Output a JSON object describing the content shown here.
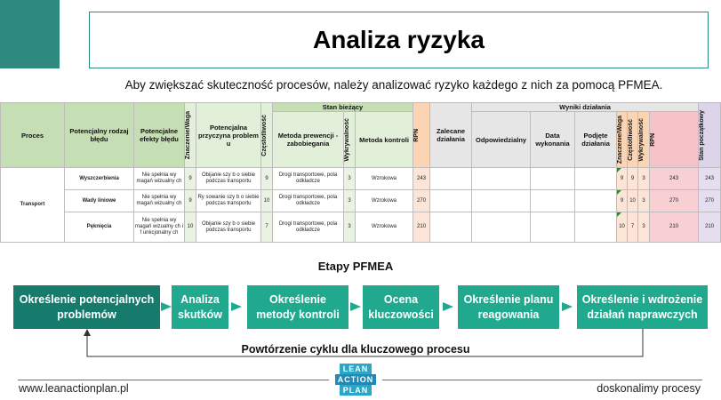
{
  "page": {
    "title": "Analiza ryzyka",
    "subtitle": "Aby zwiększać skuteczność procesów, należy analizować ryzyko każdego z nich za pomocą PFMEA."
  },
  "table": {
    "groups": {
      "current": "Stan bieżący",
      "results": "Wyniki działania"
    },
    "headers": {
      "process": "Proces",
      "failure_mode": "Potencjalny rodzaj błędu",
      "effects": "Potencjalne efekty błędu",
      "severity": "Znaczenie/Waga",
      "cause": "Potencjalna przyczyna problem u",
      "occurrence": "Częstotliwość",
      "prevention": "Metoda prewencji - zabobiegania",
      "detection": "Wykrywalność",
      "control": "Metoda kontroli",
      "rpn": "RPN",
      "recommended": "Zalecane działania",
      "responsible": "Odpowiedzialny",
      "date": "Data wykonania",
      "taken": "Podjęte działania",
      "severity2": "Znaczenie/Waga",
      "occurrence2": "Częstotliwość",
      "detection2": "Wykrywalność",
      "rpn2": "RPN",
      "initial": "Stan początkowy"
    },
    "process_name": "Transport",
    "rows": [
      {
        "failure": "Wyszczerbienia",
        "effect": "Nie spełnia wy magań wizualny ch",
        "sev": "9",
        "cause": "Obijanie szy b o siebie podczas transportu",
        "occ": "9",
        "prevention": "Drogi transportowe, pola odkładcze",
        "det": "3",
        "control": "Wzrokowa",
        "rpn": "243",
        "sev2": "9",
        "occ2": "9",
        "det2": "3",
        "rpn2": "243",
        "initial": "243"
      },
      {
        "failure": "Wady liniowe",
        "effect": "Nie spełnia wy magań wizualny ch",
        "sev": "9",
        "cause": "Ry sowanie szy b o siebie podczas transportu",
        "occ": "10",
        "prevention": "Drogi transportowe, pola odkładcze",
        "det": "3",
        "control": "Wzrokowa",
        "rpn": "270",
        "sev2": "9",
        "occ2": "10",
        "det2": "3",
        "rpn2": "270",
        "initial": "270"
      },
      {
        "failure": "Pęknięcia",
        "effect": "Nie spełnia wy magań wizualny ch i f unkcjonalny ch",
        "sev": "10",
        "cause": "Obijanie szy b o siebie podczas transportu",
        "occ": "7",
        "prevention": "Drogi transportowe, pola odkładcze",
        "det": "3",
        "control": "Wzrokowa",
        "rpn": "210",
        "sev2": "10",
        "occ2": "7",
        "det2": "3",
        "rpn2": "210",
        "initial": "210"
      }
    ]
  },
  "flow": {
    "title": "Etapy PFMEA",
    "steps": [
      "Określenie potencjalnych problemów",
      "Analiza skutków",
      "Określenie metody kontroli",
      "Ocena kluczowości",
      "Określenie planu reagowania",
      "Określenie i wdrożenie działań naprawczych"
    ],
    "loop_label": "Powtórzenie cyklu dla kluczowego procesu"
  },
  "footer": {
    "left": "www.leanactionplan.pl",
    "right": "doskonalimy procesy",
    "logo": [
      "LEAN",
      "ACTION",
      "PLAN"
    ]
  },
  "colors": {
    "accent": "#2e8a7e",
    "step": "#20a98e",
    "step_first": "#167a6c"
  }
}
